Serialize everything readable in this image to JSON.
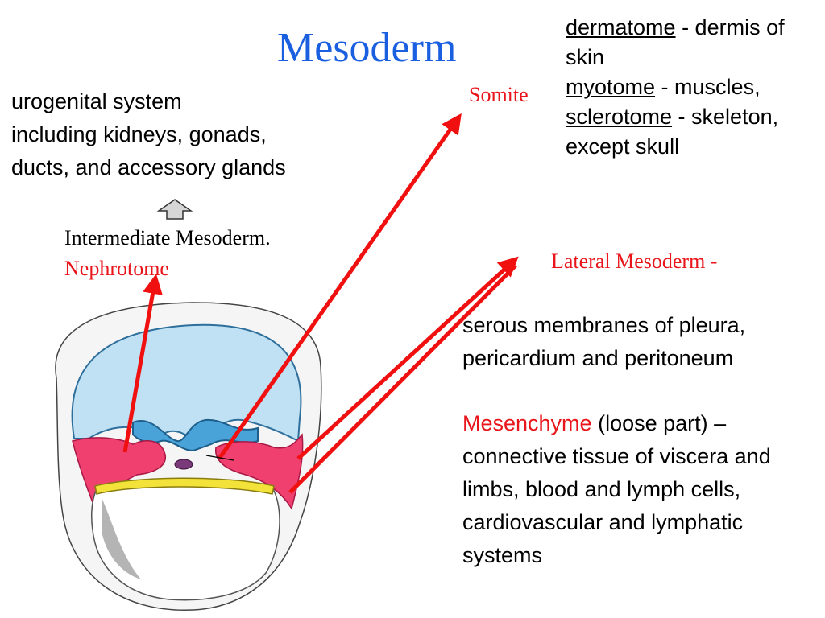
{
  "title": "Mesoderm",
  "urogenital": {
    "lines": [
      "urogenital system",
      "including kidneys, gonads,",
      "ducts, and accessory glands"
    ]
  },
  "intermediate": {
    "line1": "Intermediate Mesoderm.",
    "line2": "Nephrotome"
  },
  "somite": {
    "label": "Somite",
    "dermatome_term": "dermatome",
    "dermatome_desc": " - dermis of skin",
    "myotome_term": "myotome",
    "myotome_desc": " - muscles,",
    "sclerotome_term": "sclerotome",
    "sclerotome_desc": " - skeleton, except skull"
  },
  "lateral": {
    "label": "Lateral Mesoderm -",
    "serous": "serous membranes of pleura, pericardium and peritoneum",
    "mesenchyme_term": "Mesenchyme",
    "mesenchyme_desc": " (loose part) – connective tissue of viscera and limbs, blood and lymph cells, cardiovascular and lymphatic systems"
  },
  "colors": {
    "title": "#1a5fe0",
    "label_red": "#e8151b",
    "arrow_red": "#f01010",
    "mesoderm_pink": "#f04070",
    "ectoderm_blue": "#4aa3d8",
    "endoderm_yellow": "#f3e23a"
  },
  "icons": [
    "up-arrow-icon"
  ]
}
